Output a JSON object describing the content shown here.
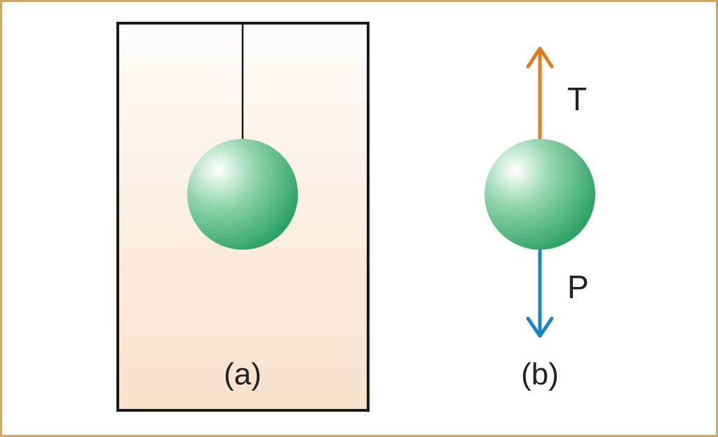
{
  "figure": {
    "panel_a": {
      "caption": "(a)"
    },
    "panel_b": {
      "caption": "(b)",
      "force_up": {
        "label": "T",
        "color": "#e07b1f"
      },
      "force_down": {
        "label": "P",
        "color": "#1a83c4"
      }
    },
    "colors": {
      "frame_border": "#c8a96a",
      "box_stroke": "#1a1a1a",
      "box_fill_top": "#fefcfa",
      "box_fill_bottom": "#f9e0cb",
      "sphere_highlight": "#ffffff",
      "sphere_mid": "#8fd4aa",
      "sphere_dark": "#1e9a5a"
    }
  }
}
